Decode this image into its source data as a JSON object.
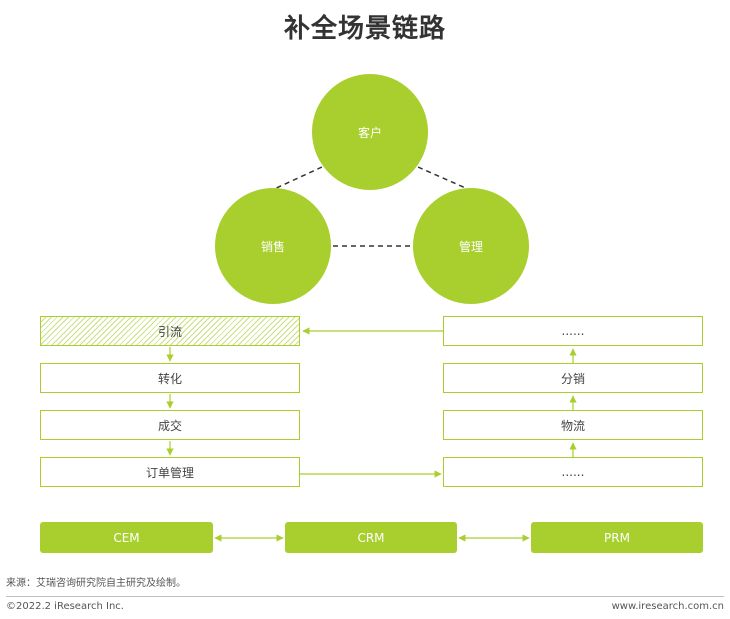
{
  "title": "补全场景链路",
  "circles": {
    "customer": "客户",
    "sales": "销售",
    "management": "管理"
  },
  "left_boxes": [
    "引流",
    "转化",
    "成交",
    "订单管理"
  ],
  "right_boxes": [
    "......",
    "分销",
    "物流",
    "......"
  ],
  "systems": [
    "CEM",
    "CRM",
    "PRM"
  ],
  "source": "来源：艾瑞咨询研究院自主研究及绘制。",
  "footer": {
    "copyright": "©2022.2 iResearch Inc.",
    "website": "www.iresearch.com.cn"
  },
  "colors": {
    "accent": "#a9cf2e",
    "text": "#333333"
  }
}
